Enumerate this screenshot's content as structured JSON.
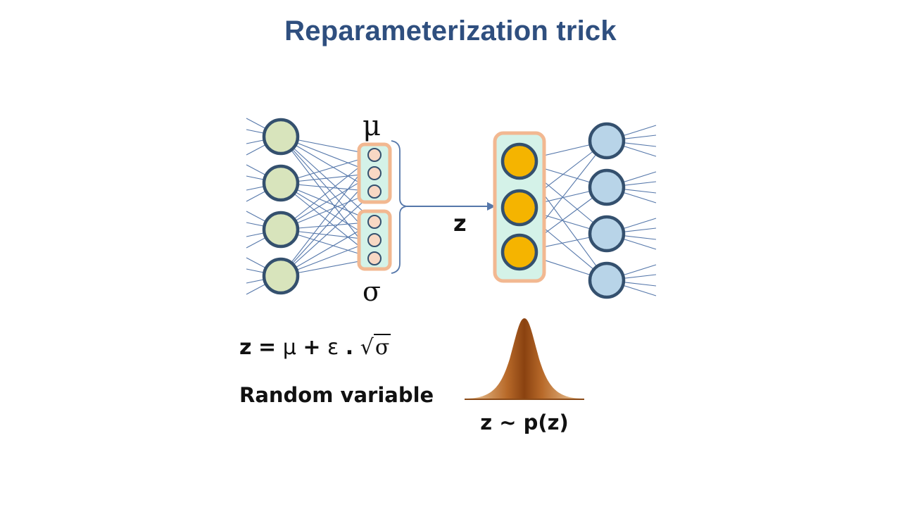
{
  "slide": {
    "title": "Reparameterization trick"
  },
  "diagram": {
    "mu_label": "μ",
    "sigma_label": "σ",
    "z_label": "z",
    "colors": {
      "encoder_node": "#d8e4bc",
      "decoder_node": "#b8d4e8",
      "latent_node": "#f5b400",
      "node_border": "#34506e",
      "edge": "#5577aa",
      "highlight_box": "#f2b891",
      "box_fill": "#d4f2e8",
      "distribution": "#a0521a"
    }
  },
  "formula": {
    "lhs": "z",
    "equals": "=",
    "mu": "μ",
    "plus": "+",
    "epsilon": "ε",
    "dot": ".",
    "radical": "√",
    "sigma": "σ"
  },
  "random_variable_label": "Random variable",
  "distribution_label": "z ~ p(z)"
}
